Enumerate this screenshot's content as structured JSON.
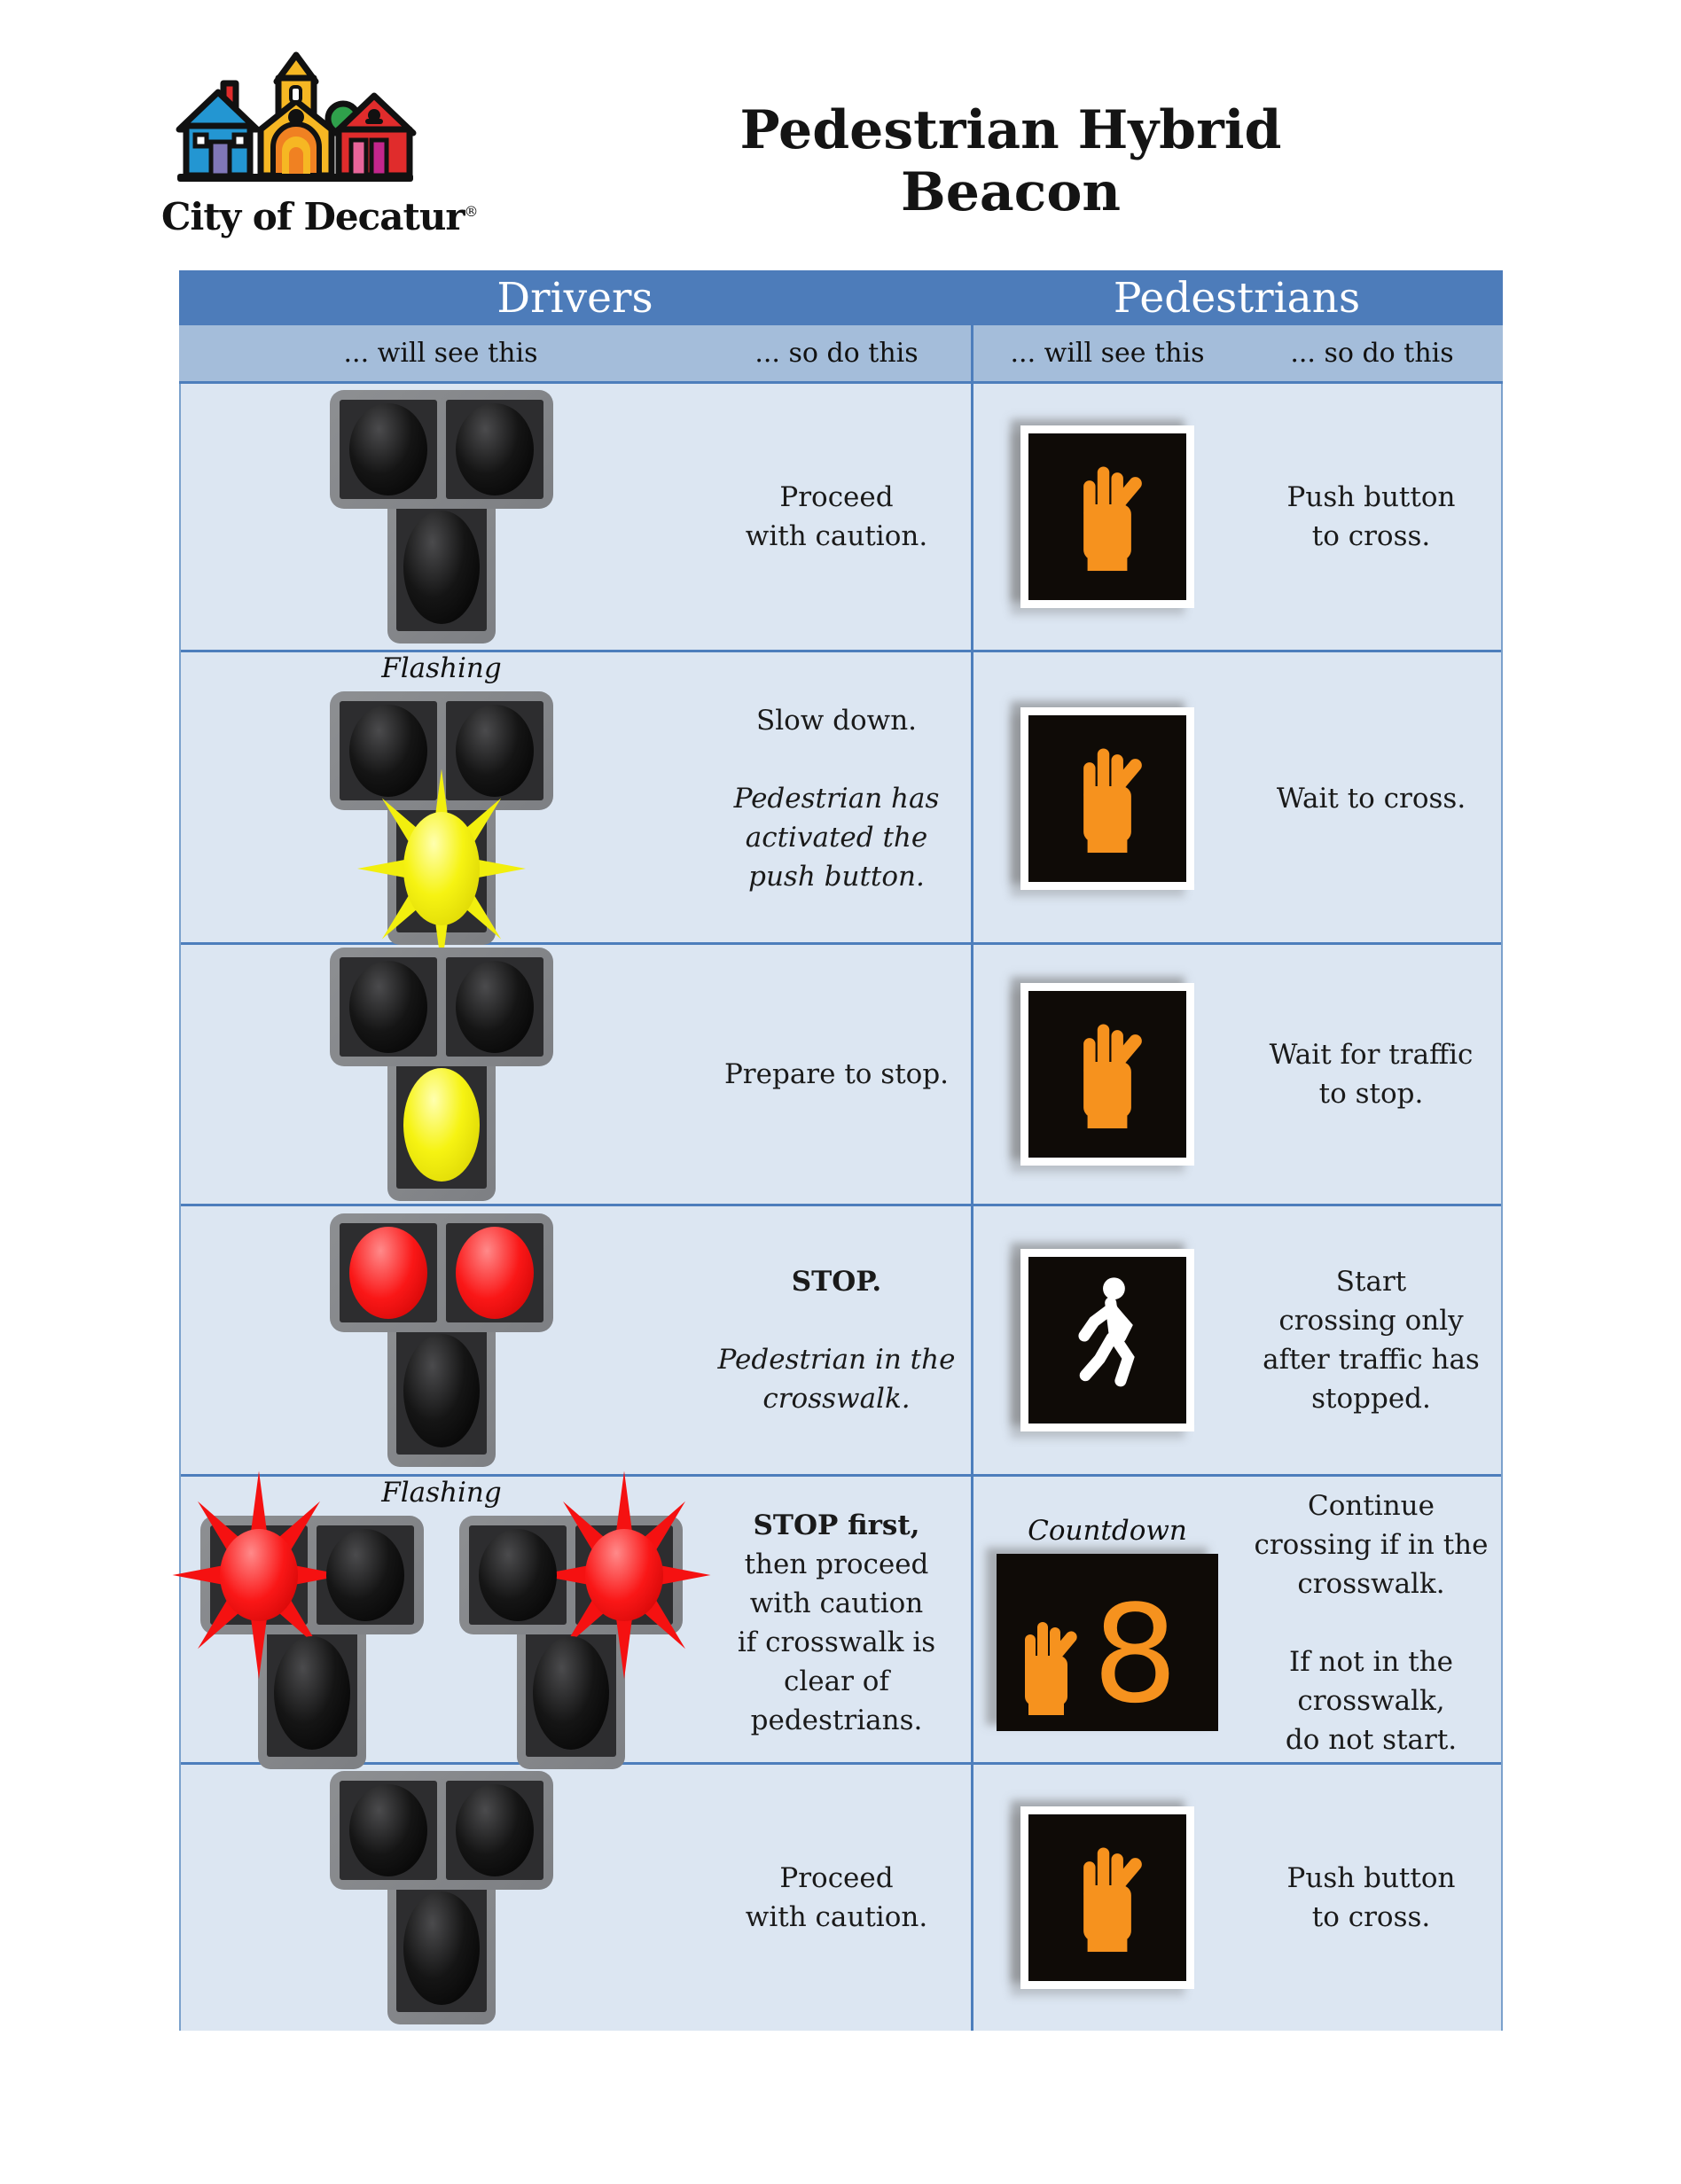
{
  "logo": {
    "name": "City of Decatur",
    "registered": "®"
  },
  "title": "Pedestrian Hybrid Beacon",
  "colors": {
    "header_blue": "#4d7cba",
    "subheader_blue": "#a4bdda",
    "row_blue": "#dce6f2",
    "divider_blue": "#4d7ebc",
    "beacon_gray": "#85878a",
    "signal_yellow": "#f6f312",
    "signal_red": "#fa1717",
    "hand_orange": "#f6921e",
    "walk_white": "#ffffff"
  },
  "table": {
    "drivers_header": "Drivers",
    "pedestrians_header": "Pedestrians",
    "drivers_will_see": "... will see this",
    "drivers_so_do": "... so do this",
    "peds_will_see": "... will see this",
    "peds_so_do": "... so do this",
    "rows": [
      {
        "driver": {
          "signal": "beacon-all-dark",
          "paragraphs": [
            {
              "style": "normal",
              "lines": [
                "Proceed",
                "with caution."
              ]
            }
          ]
        },
        "ped": {
          "signal": "orange-raised-hand",
          "paragraphs": [
            {
              "style": "normal",
              "lines": [
                "Push button",
                "to cross."
              ]
            }
          ]
        }
      },
      {
        "driver": {
          "label": "Flashing",
          "signal": "beacon-flashing-yellow-bottom",
          "paragraphs": [
            {
              "style": "normal",
              "lines": [
                "Slow down."
              ]
            },
            {
              "style": "italic",
              "lines": [
                "Pedestrian has",
                "activated the",
                "push button."
              ]
            }
          ]
        },
        "ped": {
          "signal": "orange-raised-hand",
          "paragraphs": [
            {
              "style": "normal",
              "lines": [
                "Wait to cross."
              ]
            }
          ]
        }
      },
      {
        "driver": {
          "signal": "beacon-solid-yellow-bottom",
          "paragraphs": [
            {
              "style": "normal",
              "lines": [
                "Prepare to stop."
              ]
            }
          ]
        },
        "ped": {
          "signal": "orange-raised-hand",
          "paragraphs": [
            {
              "style": "normal",
              "lines": [
                "Wait for traffic",
                "to stop."
              ]
            }
          ]
        }
      },
      {
        "driver": {
          "signal": "beacon-solid-red-top-pair",
          "paragraphs": [
            {
              "style": "bold",
              "lines": [
                "STOP."
              ]
            },
            {
              "style": "italic",
              "lines": [
                "Pedestrian in the",
                "crosswalk."
              ]
            }
          ]
        },
        "ped": {
          "signal": "white-walking-person",
          "paragraphs": [
            {
              "style": "normal",
              "lines": [
                "Start",
                "crossing only",
                "after traffic has",
                "stopped."
              ]
            }
          ]
        }
      },
      {
        "driver": {
          "label": "Flashing",
          "signal": "two-beacons-alternating-flashing-red",
          "paragraphs": [
            {
              "style": "bold",
              "lines": [
                "STOP first,"
              ]
            },
            {
              "style": "normal",
              "lines": [
                "then proceed",
                "with caution",
                "if crosswalk is",
                "clear of",
                "pedestrians."
              ]
            }
          ]
        },
        "ped": {
          "label": "Countdown",
          "signal": "orange-hand-with-countdown",
          "countdown": "8",
          "paragraphs": [
            {
              "style": "normal",
              "lines": [
                "Continue",
                "crossing if in the",
                "crosswalk."
              ]
            },
            {
              "style": "normal",
              "lines": [
                "If not in the",
                "crosswalk,",
                "do not start."
              ]
            }
          ]
        }
      },
      {
        "driver": {
          "signal": "beacon-all-dark",
          "paragraphs": [
            {
              "style": "normal",
              "lines": [
                "Proceed",
                "with caution."
              ]
            }
          ]
        },
        "ped": {
          "signal": "orange-raised-hand",
          "paragraphs": [
            {
              "style": "normal",
              "lines": [
                "Push button",
                "to cross."
              ]
            }
          ]
        }
      }
    ]
  }
}
